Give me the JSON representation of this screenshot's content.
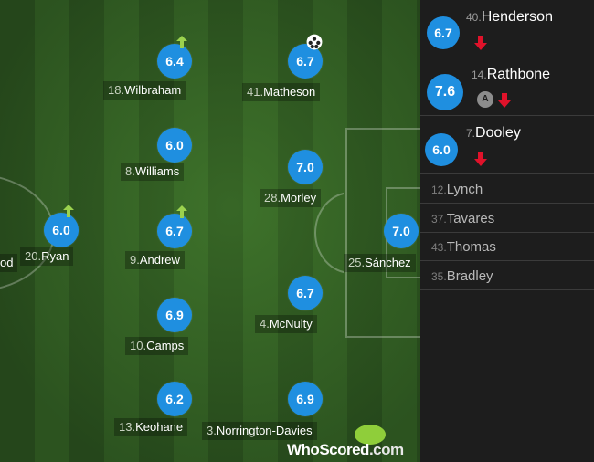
{
  "pitch": {
    "players": [
      {
        "id": "wilbraham",
        "number": "18.",
        "name": "Wilbraham",
        "rating": "6.4",
        "badge": "up"
      },
      {
        "id": "matheson",
        "number": "41.",
        "name": "Matheson",
        "rating": "6.7",
        "badge": "goal"
      },
      {
        "id": "williams",
        "number": "8.",
        "name": "Williams",
        "rating": "6.0",
        "badge": ""
      },
      {
        "id": "morley",
        "number": "28.",
        "name": "Morley",
        "rating": "7.0",
        "badge": ""
      },
      {
        "id": "ryan",
        "number": "20.",
        "name": "Ryan",
        "rating": "6.0",
        "badge": "up"
      },
      {
        "id": "andrew",
        "number": "9.",
        "name": "Andrew",
        "rating": "6.7",
        "badge": "up"
      },
      {
        "id": "sanchez",
        "number": "25.",
        "name": "Sánchez",
        "rating": "7.0",
        "badge": ""
      },
      {
        "id": "camps",
        "number": "10.",
        "name": "Camps",
        "rating": "6.9",
        "badge": ""
      },
      {
        "id": "mcnulty",
        "number": "4.",
        "name": "McNulty",
        "rating": "6.7",
        "badge": ""
      },
      {
        "id": "keohane",
        "number": "13.",
        "name": "Keohane",
        "rating": "6.2",
        "badge": ""
      },
      {
        "id": "norrington",
        "number": "3.",
        "name": "Norrington-Davies",
        "rating": "6.9",
        "badge": ""
      }
    ],
    "edge_player_fragment": "od"
  },
  "substitutes_used": [
    {
      "number": "40.",
      "name": "Henderson",
      "rating": "6.7",
      "assist": false
    },
    {
      "number": "14.",
      "name": "Rathbone",
      "rating": "7.6",
      "assist": true,
      "assist_label": "A"
    },
    {
      "number": "7.",
      "name": "Dooley",
      "rating": "6.0",
      "assist": false
    }
  ],
  "bench": [
    {
      "number": "12.",
      "name": "Lynch"
    },
    {
      "number": "37.",
      "name": "Tavares"
    },
    {
      "number": "43.",
      "name": "Thomas"
    },
    {
      "number": "35.",
      "name": "Bradley"
    }
  ],
  "branding": {
    "who": "WhoScored",
    "com": ".com"
  },
  "colors": {
    "rating_bubble": "#1f8fe0",
    "sub_out_arrow": "#e0122a",
    "sub_in_arrow": "#9bd24e"
  }
}
